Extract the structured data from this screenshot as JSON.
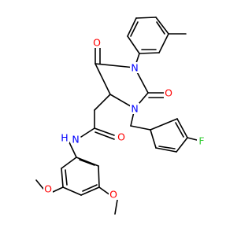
{
  "molecule": {
    "atoms": {
      "o_lower_methoxy": {
        "text": "O",
        "color": "#ff0000"
      },
      "o_upper_methoxy": {
        "text": "O",
        "color": "#ff0000"
      },
      "n_amide": {
        "text": "N",
        "color": "#0000ff"
      },
      "h_amide": {
        "text": "H",
        "color": "#0000ff"
      },
      "o_amide": {
        "text": "O",
        "color": "#ff0000"
      },
      "o_ring_upper": {
        "text": "O",
        "color": "#ff0000"
      },
      "n_ring_top": {
        "text": "N",
        "color": "#0000ff"
      },
      "o_ring_right": {
        "text": "O",
        "color": "#ff0000"
      },
      "n_ring_lower": {
        "text": "N",
        "color": "#0000ff"
      },
      "f_fluoro": {
        "text": "F",
        "color": "#33cc33"
      }
    }
  }
}
